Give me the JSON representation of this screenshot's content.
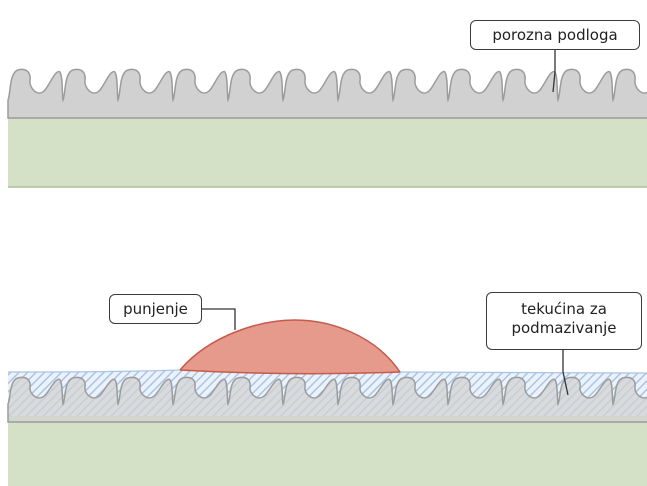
{
  "labels": {
    "porous_substrate": "porozna podloga",
    "filling": "punjenje",
    "lubricant_line1": "tekućina za",
    "lubricant_line2": "podmazivanje"
  },
  "colors": {
    "substrate_green": "#d5e1c6",
    "substrate_green_edge": "#a8bf97",
    "porous_gray": "#d1d1d1",
    "porous_gray_edge": "#9c9c9c",
    "lubricant_blue": "#a9c4e4",
    "lubricant_blue_light": "#ecf2fb",
    "droplet_fill": "#e59a8c",
    "droplet_edge": "#c65a4c",
    "leader_line": "#333333"
  }
}
